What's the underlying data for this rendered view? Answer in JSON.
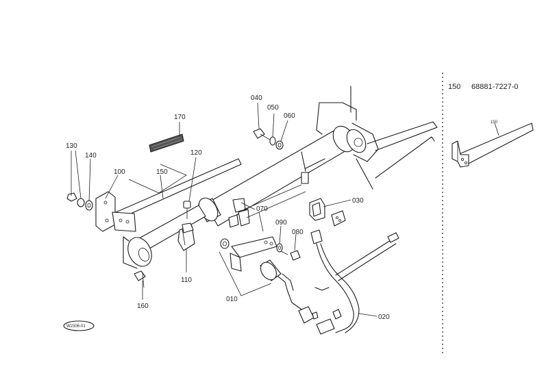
{
  "header": {
    "ref": "150",
    "part_number": "68881-7227-0"
  },
  "inset": {
    "label": "150"
  },
  "stamp": {
    "code": "W2306-01"
  },
  "callouts": {
    "c010": "010",
    "c020": "020",
    "c030": "030",
    "c040": "040",
    "c050": "050",
    "c060": "060",
    "c070": "070",
    "c080": "080",
    "c090": "090",
    "c100": "100",
    "c110": "110",
    "c120": "120",
    "c130": "130",
    "c140": "140",
    "c150": "150",
    "c160": "160",
    "c170": "170"
  },
  "colors": {
    "ink": "#1a1a1a",
    "paper": "#ffffff"
  }
}
